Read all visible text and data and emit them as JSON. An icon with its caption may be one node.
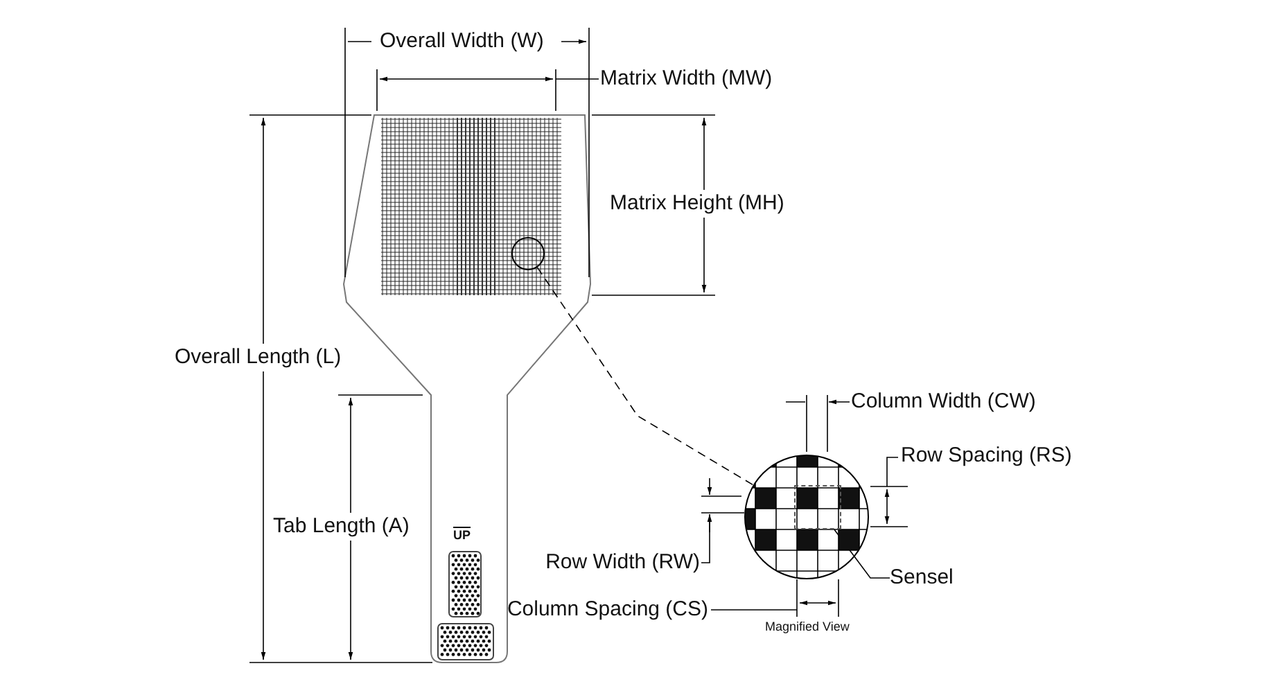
{
  "diagram": {
    "nodes": [
      {
        "text": [],
        "shape": "circle"
      },
      {
        "text": [],
        "shape": "circle",
        "beside": [
          "Magnified View"
        ]
      },
      {
        "text": [
          "Sensel"
        ]
      },
      {
        "text": [],
        "shape": "box",
        "in": 1
      }
    ],
    "edges": [
      {
        "from": 0,
        "to": 1,
        "arrow": "none",
        "style": "dashed"
      },
      {
        "from": 2,
        "to": 3,
        "arrow": "none"
      }
    ],
    "labels": [
      "Overall Width (W)",
      "Matrix Width (MW)",
      "Matrix Height (MH)",
      "Overall Length (L)",
      "Column Width (CW)",
      "Row Spacing (RS)",
      "Tab Length (A)",
      "UP",
      "Row Width (RW)",
      "Column Spacing (CS)"
    ]
  }
}
